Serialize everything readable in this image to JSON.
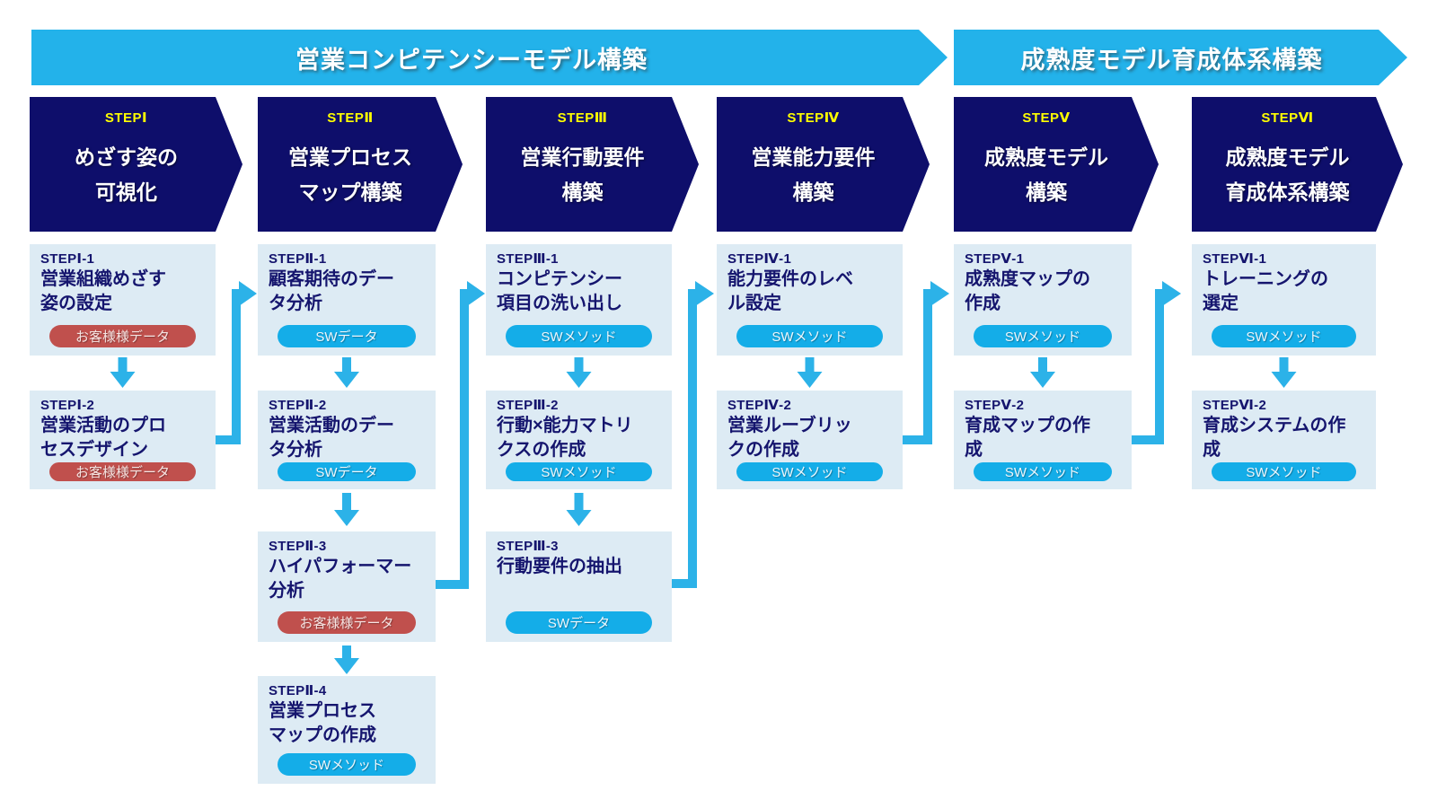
{
  "banners": [
    {
      "label": "営業コンピテンシーモデル構築"
    },
    {
      "label": "成熟度モデル育成体系構築"
    }
  ],
  "phases": [
    {
      "step": "STEPⅠ",
      "title_line1": "めざす姿の",
      "title_line2": "可視化",
      "substeps": [
        {
          "label": "STEPⅠ-1",
          "title": "営業組織めざす\n姿の設定",
          "badge": "お客様様データ",
          "badge_type": "red"
        },
        {
          "label": "STEPⅠ-2",
          "title": "営業活動のプロ\nセスデザイン",
          "badge": "お客様様データ",
          "badge_type": "red"
        }
      ]
    },
    {
      "step": "STEPⅡ",
      "title_line1": "営業プロセス",
      "title_line2": "マップ構築",
      "substeps": [
        {
          "label": "STEPⅡ-1",
          "title": "顧客期待のデー\nタ分析",
          "badge": "SWデータ",
          "badge_type": "blue"
        },
        {
          "label": "STEPⅡ-2",
          "title": "営業活動のデー\nタ分析",
          "badge": "SWデータ",
          "badge_type": "blue"
        },
        {
          "label": "STEPⅡ-3",
          "title": "ハイパフォーマー\n分析",
          "badge": "お客様様データ",
          "badge_type": "red"
        },
        {
          "label": "STEPⅡ-4",
          "title": "営業プロセス\nマップの作成",
          "badge": "SWメソッド",
          "badge_type": "blue"
        }
      ]
    },
    {
      "step": "STEPⅢ",
      "title_line1": "営業行動要件",
      "title_line2": "構築",
      "substeps": [
        {
          "label": "STEPⅢ-1",
          "title": "コンピテンシー\n項目の洗い出し",
          "badge": "SWメソッド",
          "badge_type": "blue"
        },
        {
          "label": "STEPⅢ-2",
          "title": "行動×能力マトリ\nクスの作成",
          "badge": "SWメソッド",
          "badge_type": "blue"
        },
        {
          "label": "STEPⅢ-3",
          "title": "行動要件の抽出",
          "badge": "SWデータ",
          "badge_type": "blue"
        }
      ]
    },
    {
      "step": "STEPⅣ",
      "title_line1": "営業能力要件",
      "title_line2": "構築",
      "substeps": [
        {
          "label": "STEPⅣ-1",
          "title": "能力要件のレベ\nル設定",
          "badge": "SWメソッド",
          "badge_type": "blue"
        },
        {
          "label": "STEPⅣ-2",
          "title": "営業ルーブリッ\nクの作成",
          "badge": "SWメソッド",
          "badge_type": "blue"
        }
      ]
    },
    {
      "step": "STEPⅤ",
      "title_line1": "成熟度モデル",
      "title_line2": "構築",
      "substeps": [
        {
          "label": "STEPⅤ-1",
          "title": "成熟度マップの\n作成",
          "badge": "SWメソッド",
          "badge_type": "blue"
        },
        {
          "label": "STEPⅤ-2",
          "title": "育成マップの作\n成",
          "badge": "SWメソッド",
          "badge_type": "blue"
        }
      ]
    },
    {
      "step": "STEPⅥ",
      "title_line1": "成熟度モデル",
      "title_line2": "育成体系構築",
      "substeps": [
        {
          "label": "STEPⅥ-1",
          "title": "トレーニングの\n選定",
          "badge": "SWメソッド",
          "badge_type": "blue"
        },
        {
          "label": "STEPⅥ-2",
          "title": "育成システムの作\n成",
          "badge": "SWメソッド",
          "badge_type": "blue"
        }
      ]
    }
  ],
  "edges": [
    {
      "from": "STEPⅠ-1",
      "to": "STEPⅠ-2"
    },
    {
      "from": "STEPⅠ-2",
      "to": "STEPⅡ-1"
    },
    {
      "from": "STEPⅡ-1",
      "to": "STEPⅡ-2"
    },
    {
      "from": "STEPⅡ-2",
      "to": "STEPⅡ-3"
    },
    {
      "from": "STEPⅡ-3",
      "to": "STEPⅡ-4"
    },
    {
      "from": "STEPⅡ-3",
      "to": "STEPⅢ-1"
    },
    {
      "from": "STEPⅢ-1",
      "to": "STEPⅢ-2"
    },
    {
      "from": "STEPⅢ-2",
      "to": "STEPⅢ-3"
    },
    {
      "from": "STEPⅢ-3",
      "to": "STEPⅣ-1"
    },
    {
      "from": "STEPⅣ-1",
      "to": "STEPⅣ-2"
    },
    {
      "from": "STEPⅣ-2",
      "to": "STEPⅤ-1"
    },
    {
      "from": "STEPⅤ-1",
      "to": "STEPⅤ-2"
    },
    {
      "from": "STEPⅤ-2",
      "to": "STEPⅥ-1"
    },
    {
      "from": "STEPⅥ-1",
      "to": "STEPⅥ-2"
    }
  ],
  "colors": {
    "banner_blue": "#23b2ea",
    "chevron_navy": "#0e0e6b",
    "step_label_yellow": "#ffff00",
    "task_box_bg": "#ddebf4",
    "task_text_navy": "#15156e",
    "badge_blue": "#14ade8",
    "badge_red": "#c0504d",
    "connector_blue": "#2cb2e8"
  }
}
